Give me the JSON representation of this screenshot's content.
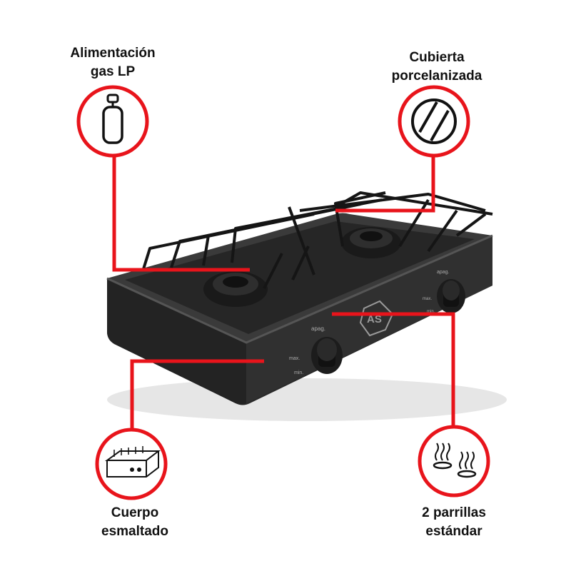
{
  "features": {
    "gas": {
      "line1": "Alimentación",
      "line2": "gas LP",
      "icon": "gas-cylinder-icon"
    },
    "cover": {
      "line1": "Cubierta",
      "line2": "porcelanizada",
      "icon": "porcelain-surface-icon"
    },
    "body": {
      "line1": "Cuerpo",
      "line2": "esmaltado",
      "icon": "enamel-body-icon"
    },
    "burners": {
      "line1": "2 parrillas",
      "line2": "estándar",
      "icon": "burner-flames-icon"
    }
  },
  "stove": {
    "knob_labels": {
      "off": "apag.",
      "max": "max.",
      "min": "min."
    },
    "brand_mark": "AS"
  },
  "colors": {
    "accent": "#e8141b",
    "stove": "#2b2b2b",
    "grate": "#151515"
  }
}
